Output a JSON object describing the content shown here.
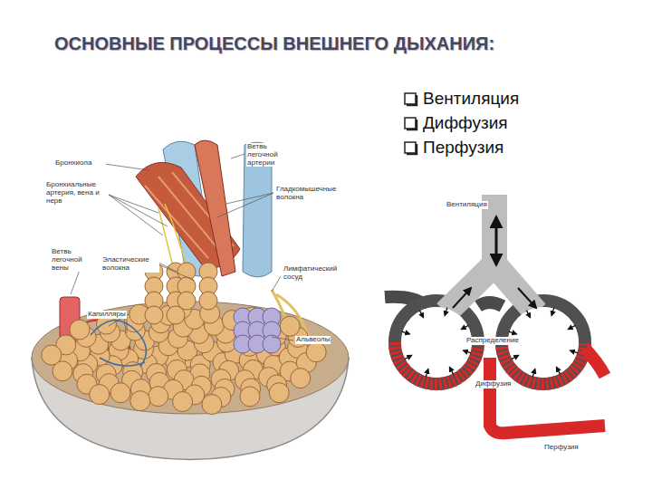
{
  "diagram": {
    "title": "ОСНОВНЫЕ ПРОЦЕССЫ ВНЕШНЕГО ДЫХАНИЯ:",
    "labels": [
      "Вентиляция",
      "Диффузия",
      "Перфузия",
      "Бронхиола",
      "Ветвь легочной артерии",
      "Бронхиальные артерия, вена и нерв",
      "Гладкомышечные волокна",
      "Ветвь легочной вены",
      "Эластические волокна",
      "Лимфатический сосуд",
      "Капилляры",
      "Альвеолы",
      "Вентиляция",
      "Распределение",
      "Диффузия",
      "Перфузия"
    ]
  }
}
